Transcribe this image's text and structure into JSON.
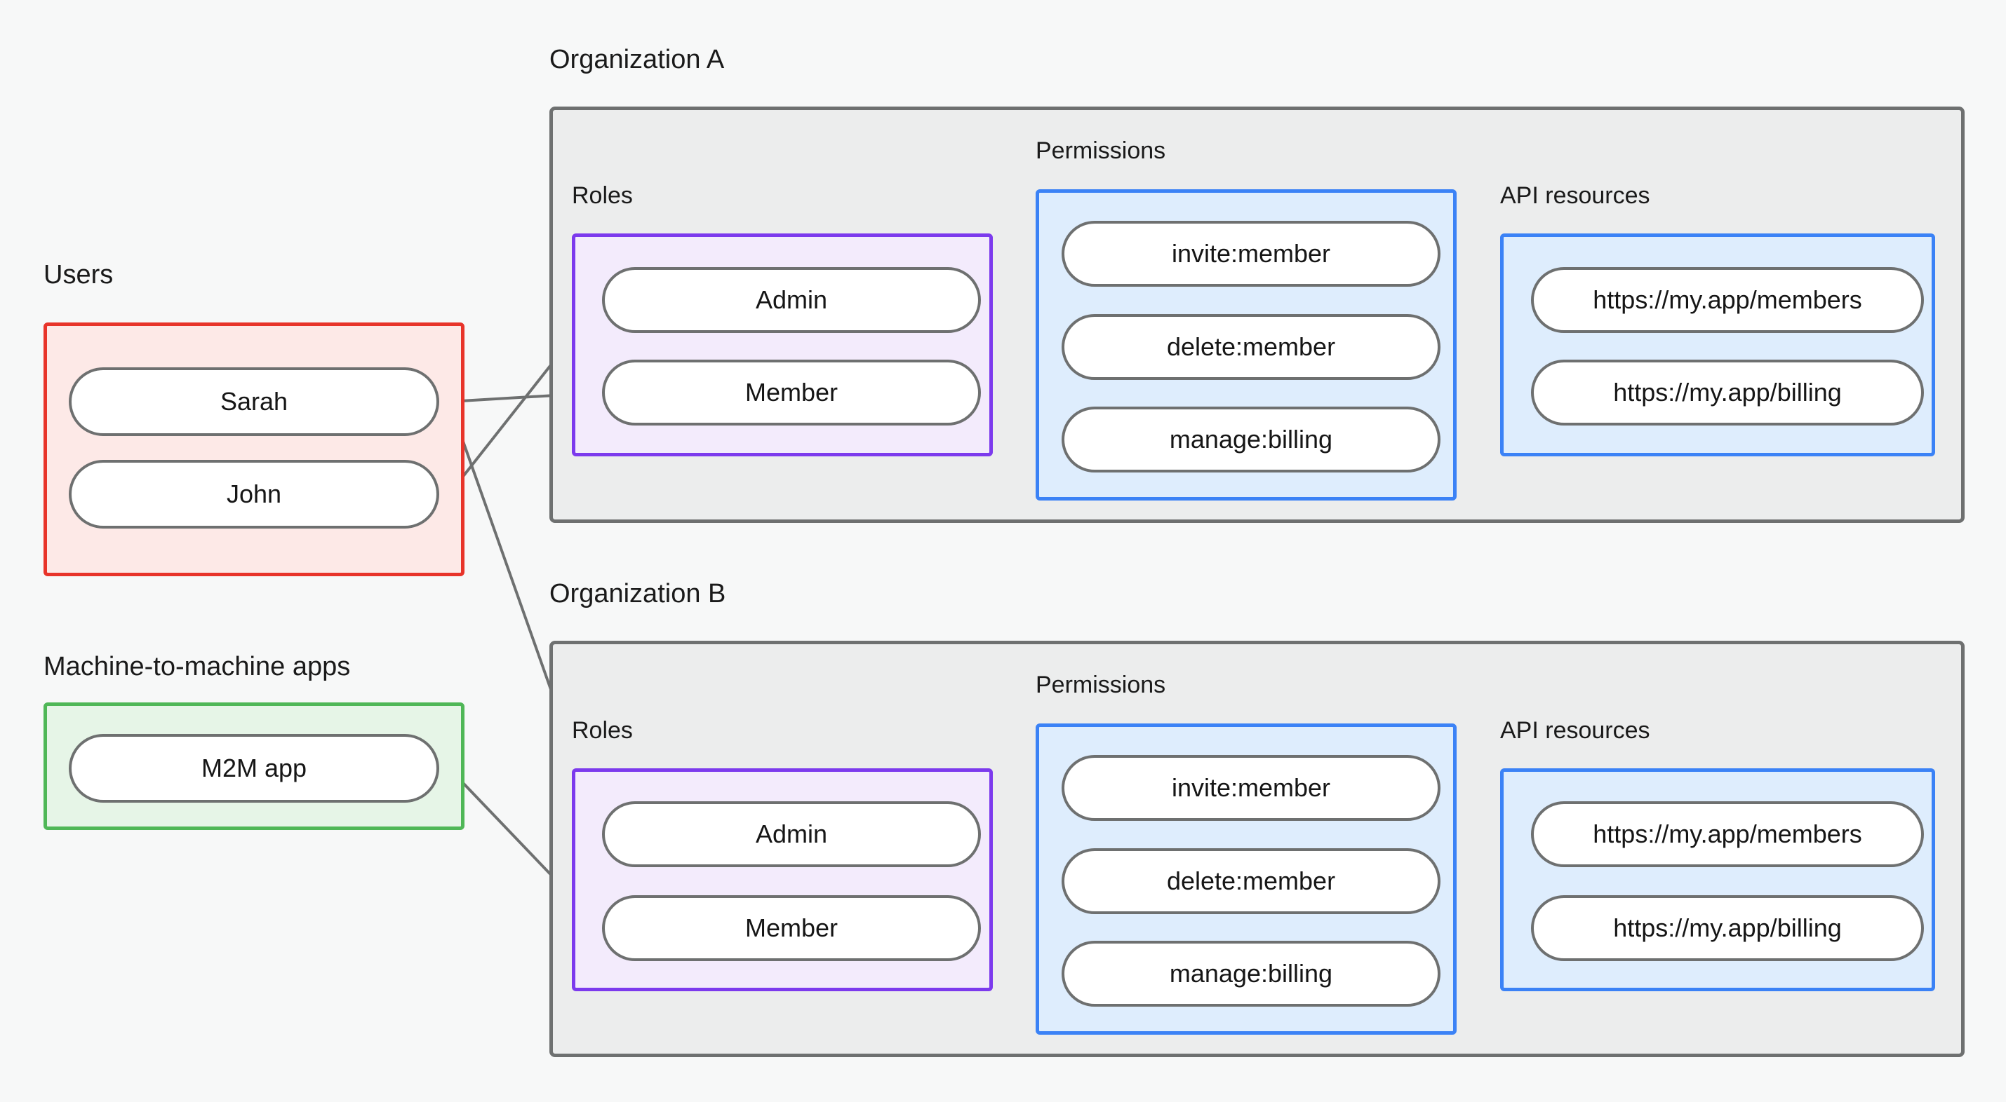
{
  "diagram": {
    "type": "rbac-organization-diagram",
    "background_color": "#F7F8F8",
    "edge_color": "#6E7070",
    "principals": [
      {
        "id": "users",
        "label": "Users",
        "border_color": "#E8342A",
        "fill_color": "#FDE9E7",
        "nodes": [
          {
            "id": "sarah",
            "label": "Sarah"
          },
          {
            "id": "john",
            "label": "John"
          }
        ]
      },
      {
        "id": "m2m",
        "label": "Machine-to-machine apps",
        "border_color": "#4FB757",
        "fill_color": "#E6F5E7",
        "nodes": [
          {
            "id": "m2m-app",
            "label": "M2M app"
          }
        ]
      }
    ],
    "organizations": [
      {
        "id": "org-a",
        "label": "Organization A",
        "border_color": "#6E7070",
        "fill_color": "#ECEDED",
        "sections": {
          "roles": {
            "label": "Roles",
            "border_color": "#7C3AED",
            "fill_color": "#F3EBFC",
            "items": [
              {
                "id": "a-admin",
                "label": "Admin"
              },
              {
                "id": "a-member",
                "label": "Member"
              }
            ]
          },
          "permissions": {
            "label": "Permissions",
            "border_color": "#3B82F6",
            "fill_color": "#DEEDFD",
            "items": [
              {
                "id": "a-invite",
                "label": "invite:member"
              },
              {
                "id": "a-delete",
                "label": "delete:member"
              },
              {
                "id": "a-billing",
                "label": "manage:billing"
              }
            ]
          },
          "api_resources": {
            "label": "API resources",
            "border_color": "#3B82F6",
            "fill_color": "#DEEDFD",
            "items": [
              {
                "id": "a-res-members",
                "label": "https://my.app/members"
              },
              {
                "id": "a-res-billing",
                "label": "https://my.app/billing"
              }
            ]
          }
        }
      },
      {
        "id": "org-b",
        "label": "Organization B",
        "border_color": "#6E7070",
        "fill_color": "#ECEDED",
        "sections": {
          "roles": {
            "label": "Roles",
            "border_color": "#7C3AED",
            "fill_color": "#F3EBFC",
            "items": [
              {
                "id": "b-admin",
                "label": "Admin"
              },
              {
                "id": "b-member",
                "label": "Member"
              }
            ]
          },
          "permissions": {
            "label": "Permissions",
            "border_color": "#3B82F6",
            "fill_color": "#DEEDFD",
            "items": [
              {
                "id": "b-invite",
                "label": "invite:member"
              },
              {
                "id": "b-delete",
                "label": "delete:member"
              },
              {
                "id": "b-billing",
                "label": "manage:billing"
              }
            ]
          },
          "api_resources": {
            "label": "API resources",
            "border_color": "#3B82F6",
            "fill_color": "#DEEDFD",
            "items": [
              {
                "id": "b-res-members",
                "label": "https://my.app/members"
              },
              {
                "id": "b-res-billing",
                "label": "https://my.app/billing"
              }
            ]
          }
        }
      }
    ],
    "connections": [
      {
        "from": "sarah",
        "to": "a-member"
      },
      {
        "from": "john",
        "to": "a-admin"
      },
      {
        "from": "sarah",
        "to": "b-admin"
      },
      {
        "from": "m2m-app",
        "to": "b-member"
      },
      {
        "from": "a-admin",
        "to": "a-invite"
      },
      {
        "from": "a-admin",
        "to": "a-delete"
      },
      {
        "from": "a-member",
        "to": "a-billing"
      },
      {
        "from": "a-invite",
        "to": "a-res-members"
      },
      {
        "from": "a-delete",
        "to": "a-res-members"
      },
      {
        "from": "a-billing",
        "to": "a-res-billing"
      },
      {
        "from": "b-admin",
        "to": "b-invite"
      },
      {
        "from": "b-admin",
        "to": "b-delete"
      },
      {
        "from": "b-member",
        "to": "b-billing"
      },
      {
        "from": "b-invite",
        "to": "b-res-members"
      },
      {
        "from": "b-delete",
        "to": "b-res-members"
      },
      {
        "from": "b-billing",
        "to": "b-res-billing"
      }
    ]
  }
}
